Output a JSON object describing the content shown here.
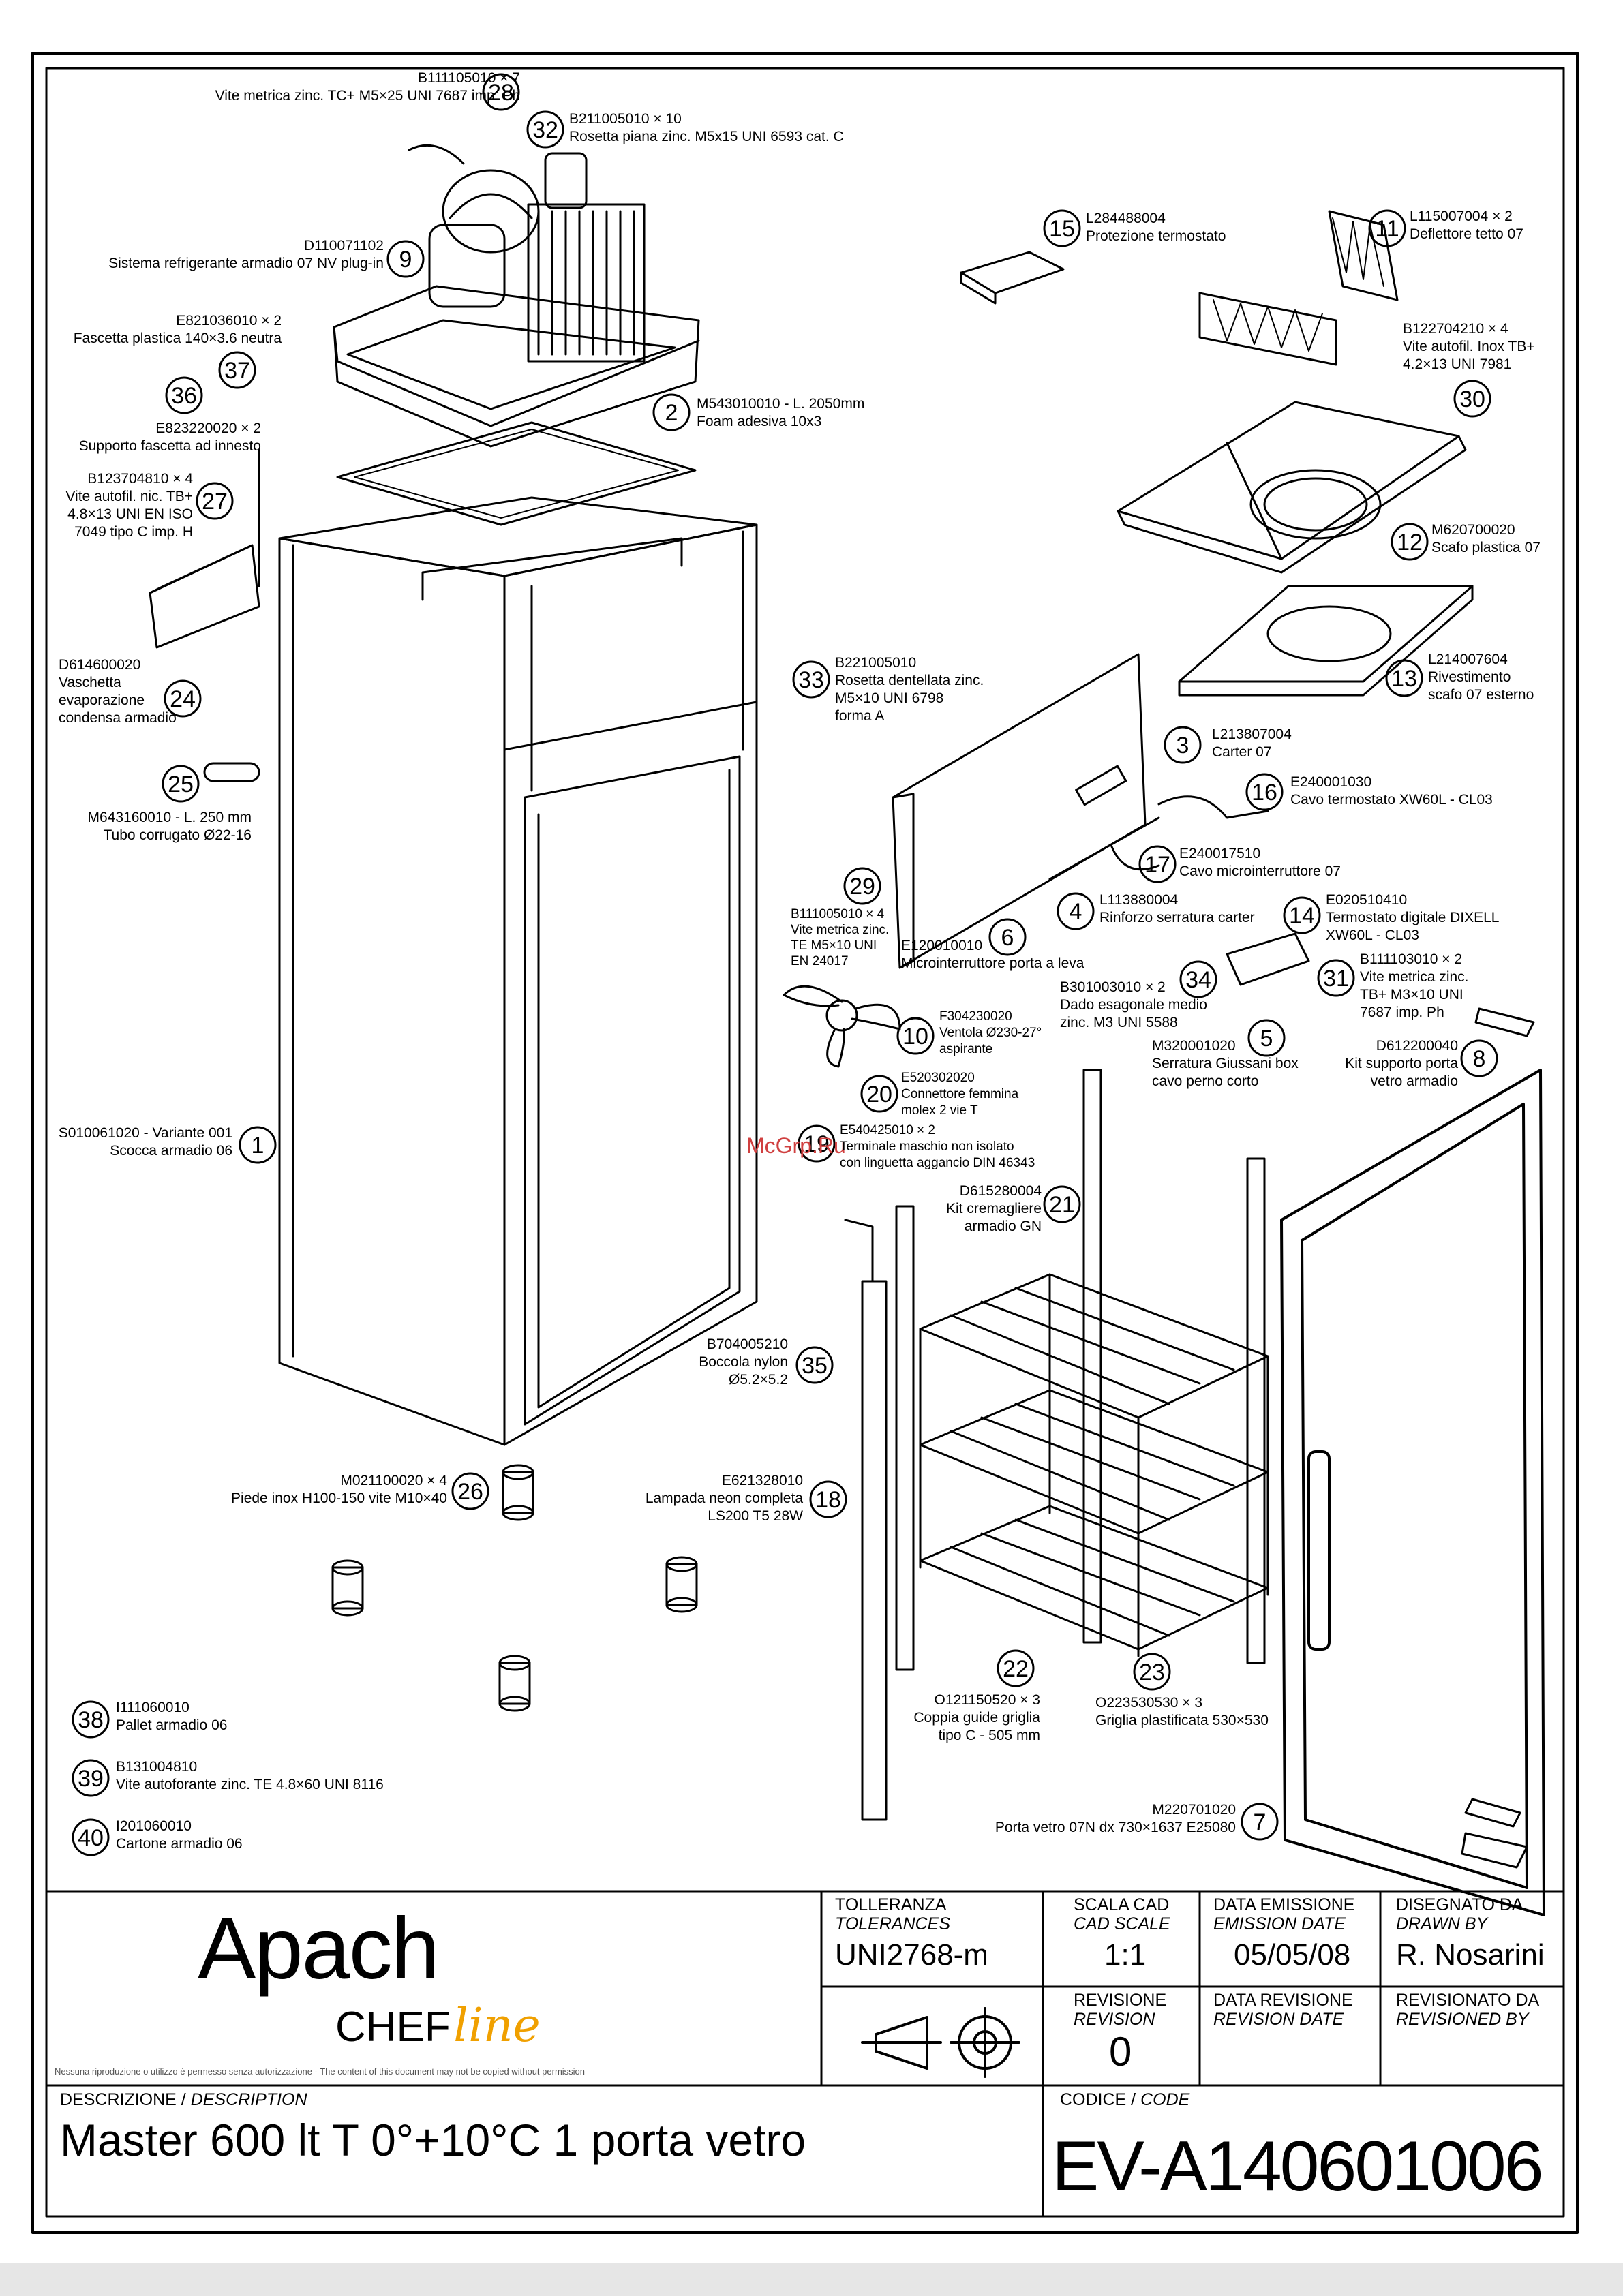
{
  "callouts": [
    {
      "num": "28",
      "code": "B111105010 × 7",
      "desc": "Vite metrica zinc. TC+ M5×25 UNI 7687 imp. Ph"
    },
    {
      "num": "32",
      "code": "B211005010 × 10",
      "desc": "Rosetta piana zinc. M5x15 UNI 6593 cat. C"
    },
    {
      "num": "9",
      "code": "D110071102",
      "desc": "Sistema refrigerante armadio 07 NV plug-in"
    },
    {
      "num": "37",
      "code": "E821036010 × 2",
      "desc": "Fascetta plastica 140×3.6 neutra"
    },
    {
      "num": "36",
      "code": "E823220020 × 2",
      "desc": "Supporto fascetta ad innesto"
    },
    {
      "num": "27",
      "code": "B123704810 × 4",
      "lines": [
        "Vite autofil. nic. TB+",
        "4.8×13 UNI EN ISO",
        "7049 tipo C imp. H"
      ]
    },
    {
      "num": "24",
      "code": "D614600020",
      "lines": [
        "Vaschetta",
        "evaporazione",
        "condensa armadio"
      ]
    },
    {
      "num": "25",
      "code": "M643160010 - L. 250 mm",
      "desc": "Tubo corrugato Ø22-16"
    },
    {
      "num": "1",
      "code": "S010061020 - Variante 001",
      "desc": "Scocca armadio 06"
    },
    {
      "num": "2",
      "code": "M543010010 - L. 2050mm",
      "desc": "Foam adesiva 10x3"
    },
    {
      "num": "15",
      "code": "L284488004",
      "desc": "Protezione termostato"
    },
    {
      "num": "11",
      "code": "L115007004 × 2",
      "desc": "Deflettore tetto 07"
    },
    {
      "num": "30",
      "code": "B122704210 × 4",
      "lines": [
        "Vite autofil. Inox TB+",
        "4.2×13 UNI 7981"
      ]
    },
    {
      "num": "12",
      "code": "M620700020",
      "desc": "Scafo plastica 07"
    },
    {
      "num": "13",
      "code": "L214007604",
      "lines": [
        "Rivestimento",
        "scafo 07 esterno"
      ]
    },
    {
      "num": "33",
      "code": "B221005010",
      "lines": [
        "Rosetta dentellata zinc.",
        "M5×10 UNI 6798",
        "forma A"
      ]
    },
    {
      "num": "3",
      "code": "L213807004",
      "desc": "Carter 07"
    },
    {
      "num": "16",
      "code": "E240001030",
      "desc": "Cavo termostato XW60L - CL03"
    },
    {
      "num": "17",
      "code": "E240017510",
      "desc": "Cavo microinterruttore 07"
    },
    {
      "num": "29",
      "code": "B111005010 × 4",
      "lines": [
        "Vite metrica zinc.",
        "TE M5×10 UNI",
        "EN 24017"
      ]
    },
    {
      "num": "6",
      "code": "E120010010",
      "desc": "Microinterruttore porta a leva"
    },
    {
      "num": "4",
      "code": "L113880004",
      "desc": "Rinforzo serratura carter"
    },
    {
      "num": "14",
      "code": "E020510410",
      "lines": [
        "Termostato digitale DIXELL",
        "XW60L - CL03"
      ]
    },
    {
      "num": "34",
      "code": "B301003010 × 2",
      "lines": [
        "Dado esagonale medio",
        "zinc. M3 UNI 5588"
      ]
    },
    {
      "num": "31",
      "code": "B111103010 × 2",
      "lines": [
        "Vite metrica zinc.",
        "TB+ M3×10 UNI",
        "7687 imp. Ph"
      ]
    },
    {
      "num": "10",
      "code": "F304230020",
      "lines": [
        "Ventola Ø230-27°",
        "aspirante"
      ]
    },
    {
      "num": "5",
      "code": "M320001020",
      "lines": [
        "Serratura Giussani box",
        "cavo perno corto"
      ]
    },
    {
      "num": "8",
      "code": "D612200040",
      "lines": [
        "Kit supporto porta",
        "vetro armadio"
      ]
    },
    {
      "num": "20",
      "code": "E520302020",
      "lines": [
        "Connettore femmina",
        "molex 2 vie T"
      ]
    },
    {
      "num": "19",
      "code": "E540425010 × 2",
      "lines": [
        "Terminale maschio non isolato",
        "con linguetta aggancio DIN 46343"
      ]
    },
    {
      "num": "21",
      "code": "D615280004",
      "lines": [
        "Kit cremagliere",
        "armadio GN"
      ]
    },
    {
      "num": "35",
      "code": "B704005210",
      "lines": [
        "Boccola nylon",
        "Ø5.2×5.2"
      ]
    },
    {
      "num": "26",
      "code": "M021100020 × 4",
      "desc": "Piede inox H100-150 vite M10×40"
    },
    {
      "num": "18",
      "code": "E621328010",
      "lines": [
        "Lampada neon completa",
        "LS200 T5 28W"
      ]
    },
    {
      "num": "22",
      "code": "O121150520 × 3",
      "lines": [
        "Coppia guide griglia",
        "tipo C - 505 mm"
      ]
    },
    {
      "num": "23",
      "code": "O223530530 × 3",
      "desc": "Griglia plastificata 530×530"
    },
    {
      "num": "7",
      "code": "M220701020",
      "desc": "Porta vetro 07N dx 730×1637 E25080"
    },
    {
      "num": "38",
      "code": "I111060010",
      "desc": "Pallet armadio 06"
    },
    {
      "num": "39",
      "code": "B131004810",
      "desc": "Vite autoforante zinc. TE 4.8×60 UNI 8116"
    },
    {
      "num": "40",
      "code": "I201060010",
      "desc": "Cartone armadio 06"
    }
  ],
  "watermark": "McGrp.Ru",
  "title_block": {
    "brand": "Apach",
    "brand_sub": "CHEF",
    "brand_script": "line",
    "legal_note": "Nessuna riproduzione o utilizzo è permesso senza autorizzazione - The content of this document may not be copied without permission",
    "tolerance_label": "TOLLERANZA",
    "tolerance_label_en": "TOLERANCES",
    "tolerance_value": "UNI2768-m",
    "scale_label": "SCALA CAD",
    "scale_label_en": "CAD SCALE",
    "scale_value": "1:1",
    "emission_label": "DATA EMISSIONE",
    "emission_label_en": "EMISSION DATE",
    "emission_value": "05/05/08",
    "drawn_label": "DISEGNATO DA",
    "drawn_label_en": "DRAWN BY",
    "drawn_value": "R. Nosarini",
    "revision_label": "REVISIONE",
    "revision_label_en": "REVISION",
    "revision_value": "0",
    "revdate_label": "DATA REVISIONE",
    "revdate_label_en": "REVISION DATE",
    "revby_label": "REVISIONATO DA",
    "revby_label_en": "REVISIONED BY",
    "description_label": "DESCRIZIONE",
    "description_label_en": "DESCRIPTION",
    "description_value": "Master 600 lt T 0°+10°C 1 porta vetro",
    "code_label": "CODICE",
    "code_label_en": "CODE",
    "code_value": "EV-A140601006"
  },
  "colors": {
    "line": "#000000",
    "brand_script": "#f0a000",
    "watermark": "#d04040",
    "background": "#ffffff"
  }
}
